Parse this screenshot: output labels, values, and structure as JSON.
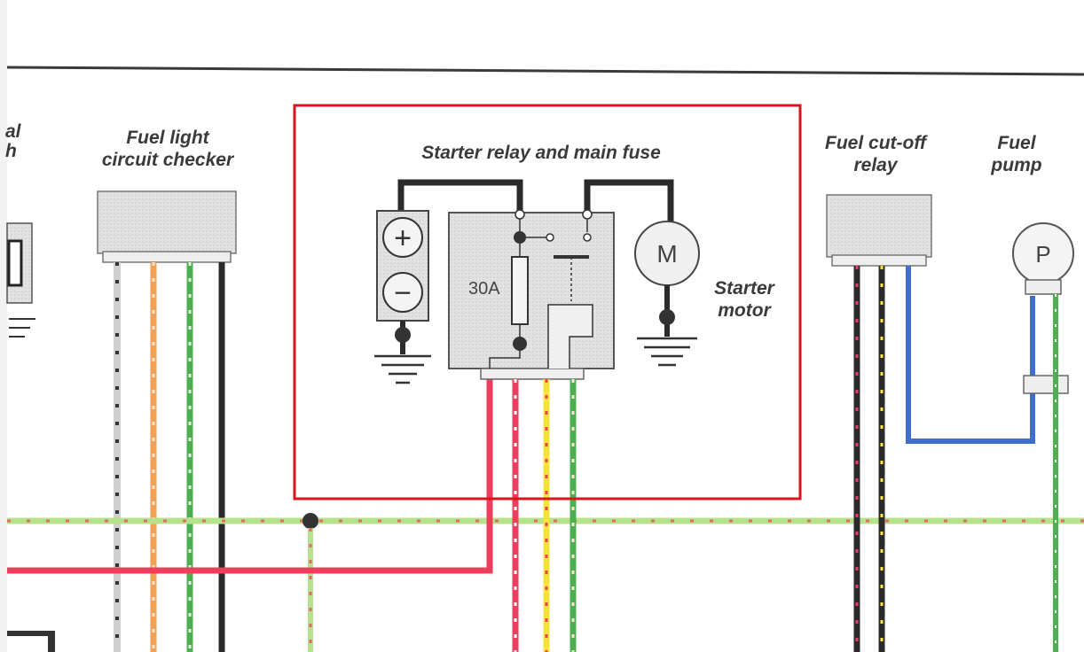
{
  "labels": {
    "partial_switch_line1": "al",
    "partial_switch_line2": "h",
    "fuel_light_checker_line1": "Fuel light",
    "fuel_light_checker_line2": "circuit checker",
    "starter_relay_title": "Starter relay and main fuse",
    "fuse_rating": "30A",
    "motor_symbol": "M",
    "starter_motor_line1": "Starter",
    "starter_motor_line2": "motor",
    "fuel_cutoff_line1": "Fuel cut-off",
    "fuel_cutoff_line2": "relay",
    "fuel_pump_line1": "Fuel",
    "fuel_pump_line2": "pump",
    "pump_symbol": "P",
    "battery_plus": "+",
    "battery_minus": "−"
  },
  "colors": {
    "highlight_box": "#d9141c",
    "wire_black": "#2b2b2b",
    "wire_red": "#ef3d5e",
    "wire_orange": "#f4a055",
    "wire_green": "#4caf50",
    "wire_yellow": "#f5e33b",
    "wire_blue": "#3f6fc9",
    "wire_white": "#d8d8d8",
    "wire_light_green": "#b7e28a",
    "component_fill": "#dcdcdc"
  }
}
